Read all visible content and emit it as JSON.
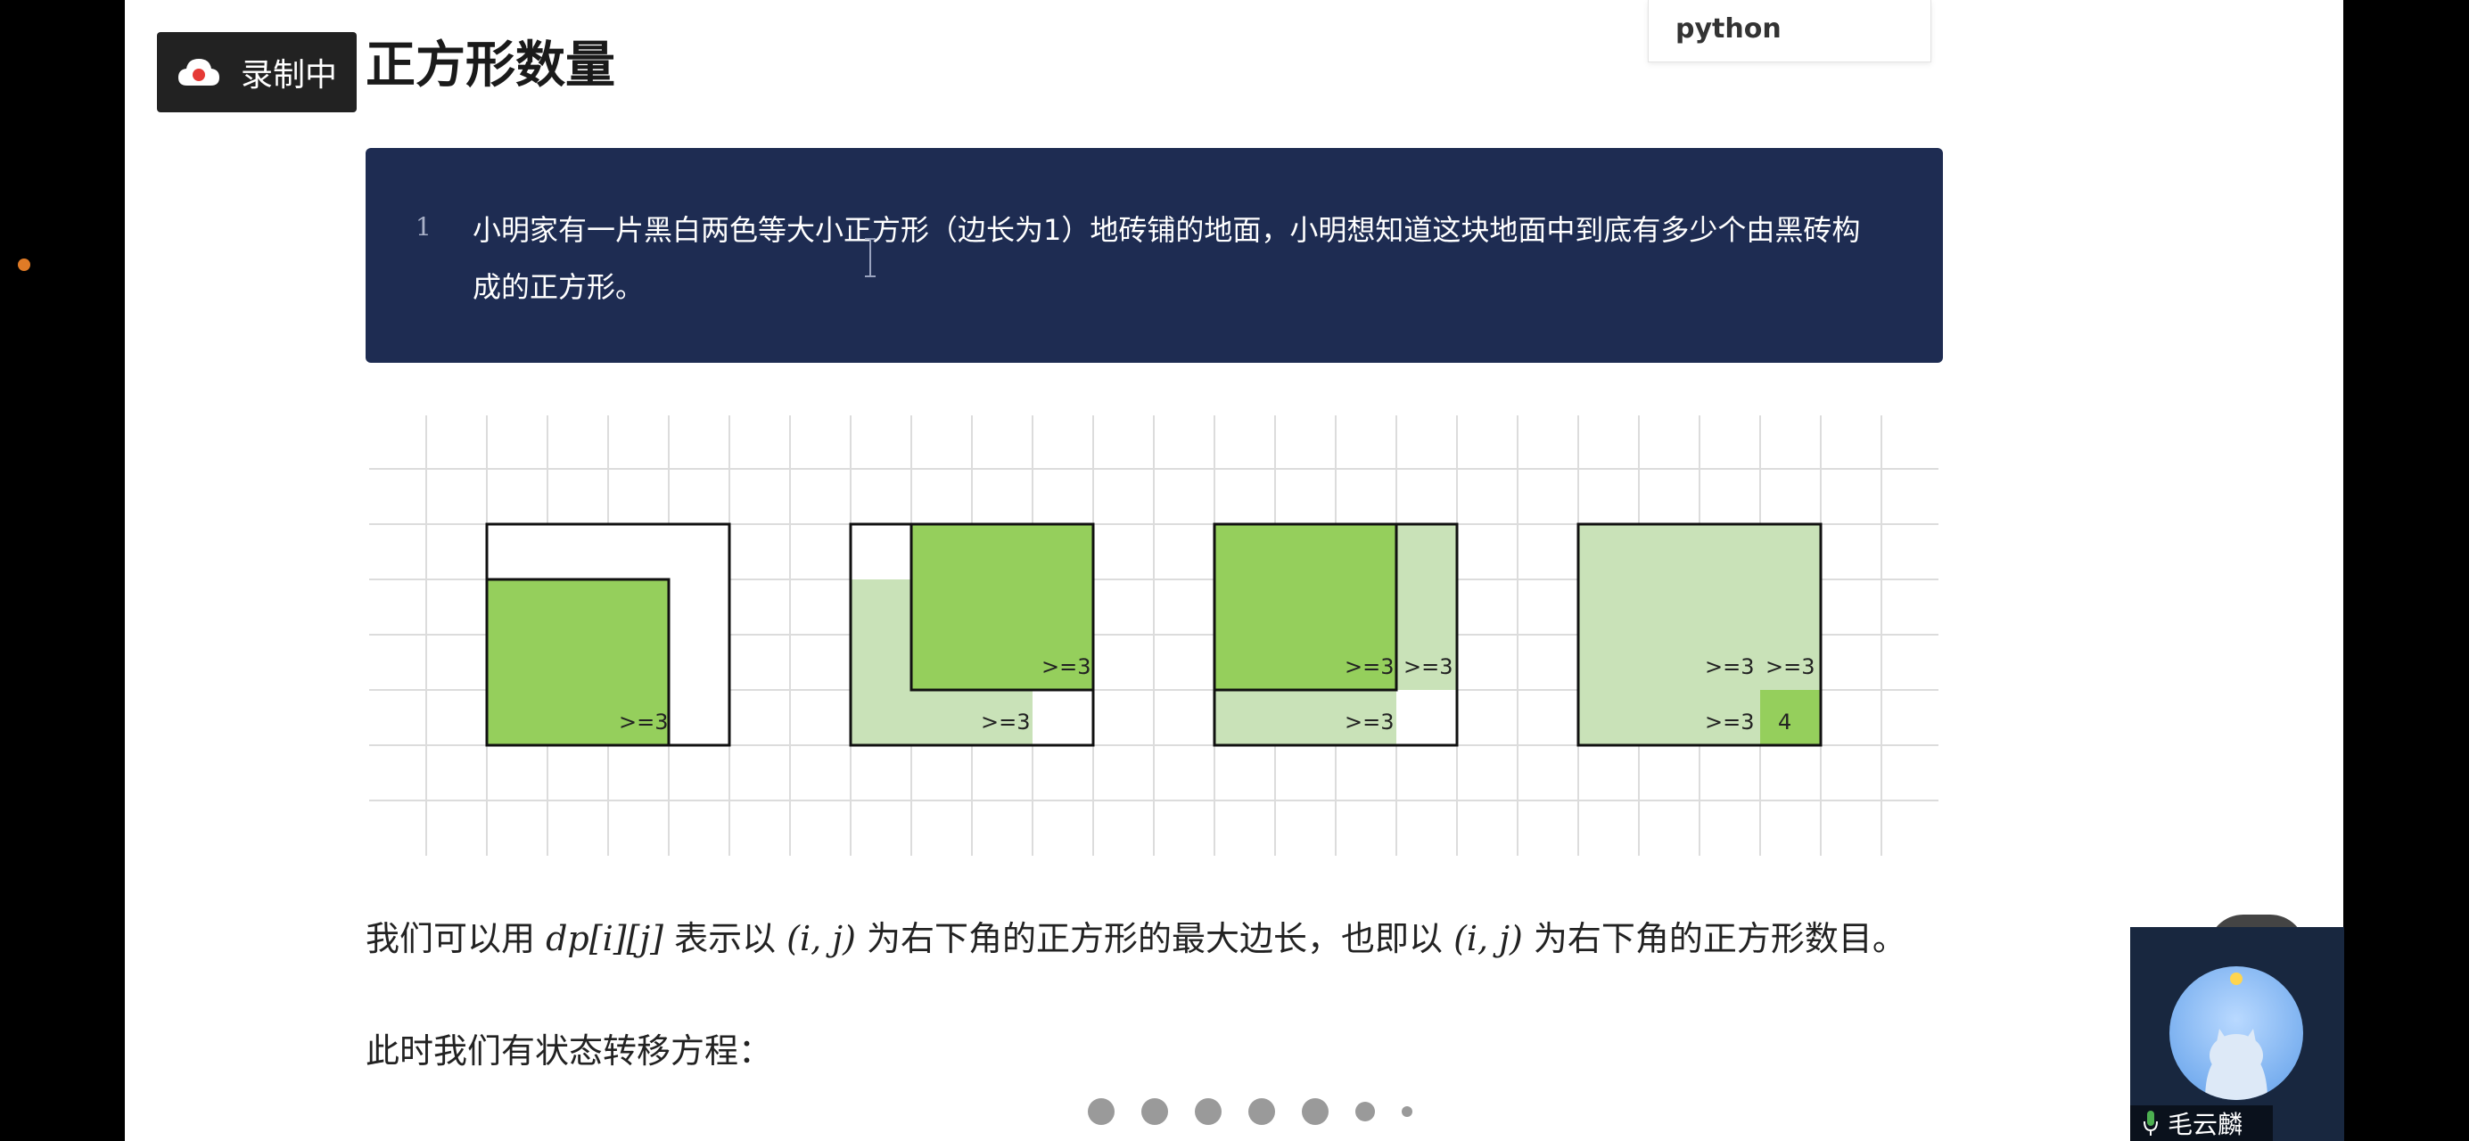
{
  "recording_badge": {
    "label": "录制中",
    "icon": "cloud-record-icon"
  },
  "page": {
    "title": "正方形数量",
    "lang_tag": "python",
    "code": {
      "line_number": "1",
      "text": "小明家有一片黑白两色等大小正方形（边长为1）地砖铺的地面，小明想知道这块地面中到底有多少个由黑砖构成的正方形。"
    },
    "diagram": {
      "panel1_labels": [
        ">=3"
      ],
      "panel2_labels": [
        ">=3",
        ">=3"
      ],
      "panel3_labels": [
        ">=3",
        ">=3",
        ">=3"
      ],
      "panel4_labels": [
        ">=3",
        ">=3",
        ">=3",
        "4"
      ]
    },
    "paragraph": {
      "p1": "我们可以用 ",
      "m1": "dp[i][j]",
      "p2": " 表示以 ",
      "m2": "(i, j)",
      "p3": " 为右下角的正方形的最大边长，也即以 ",
      "m3": "(i, j)",
      "p4": " 为右下角的正方形数目。"
    },
    "paragraph2": "此时我们有状态转移方程："
  },
  "pager": {
    "dot_count": 7
  },
  "participant": {
    "name": "毛云麟",
    "icon": "mic-icon"
  },
  "colors": {
    "code_bg": "#1e2c52",
    "dark_green": "#95cf5c",
    "light_green": "#c9e2b8",
    "grid": "#dcdcdc"
  }
}
